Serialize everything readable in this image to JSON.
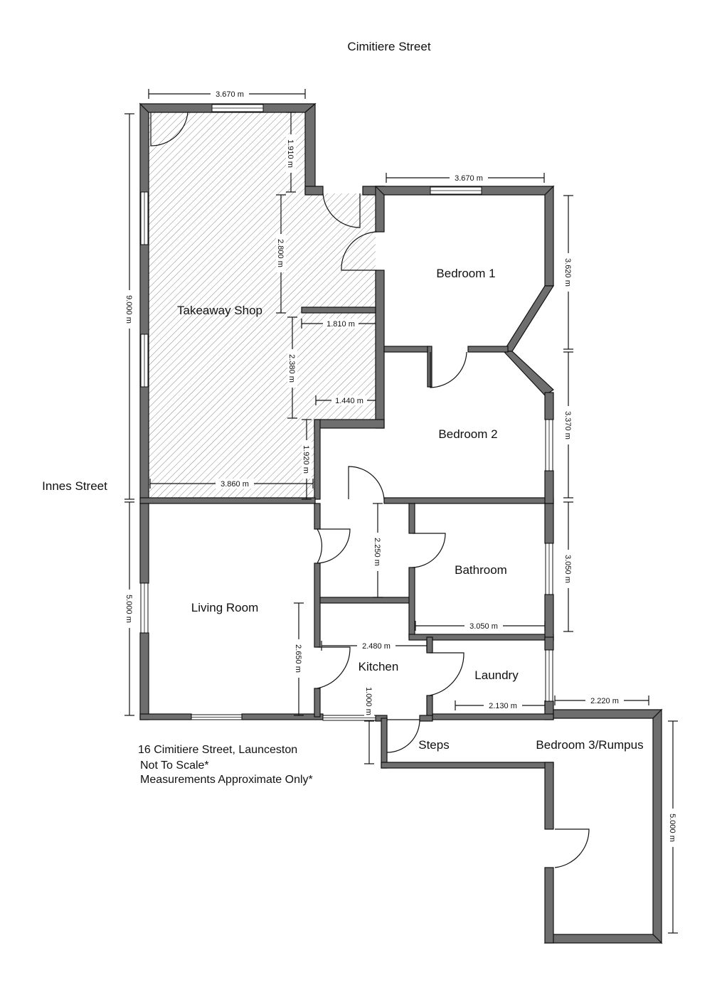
{
  "streets": {
    "north": "Cimitiere Street",
    "west": "Innes Street"
  },
  "rooms": {
    "takeaway": "Takeaway Shop",
    "bedroom1": "Bedroom 1",
    "bedroom2": "Bedroom 2",
    "living": "Living Room",
    "bathroom": "Bathroom",
    "kitchen": "Kitchen",
    "laundry": "Laundry",
    "steps": "Steps",
    "bedroom3": "Bedroom 3/Rumpus"
  },
  "dimensions": {
    "shop_top_width": "3.670 m",
    "shop_top_depth": "1.910 m",
    "shop_mid_depth": "2.800 m",
    "shop_notch_1": "1.810 m",
    "shop_lower_depth": "2.380 m",
    "shop_notch_2": "1.440 m",
    "shop_bottom_depth": "1.920 m",
    "shop_bottom_width": "3.860 m",
    "overall_upper": "9.000 m",
    "overall_lower": "5.000 m",
    "bed1_width": "3.670 m",
    "bed1_depth": "3.620 m",
    "bed2_depth": "3.370 m",
    "bath_depth_right": "3.050 m",
    "bath_width": "3.050 m",
    "hall_depth": "2.250 m",
    "living_depth": "2.650 m",
    "kitchen_width": "2.480 m",
    "steps_depth": "1.000 m",
    "laundry_width": "2.130 m",
    "bed3_width": "2.220 m",
    "bed3_depth": "5.000 m"
  },
  "notes": {
    "address": "16 Cimitiere Street, Launceston",
    "scale": "Not To Scale*",
    "measurements": "Measurements Approximate Only*"
  }
}
